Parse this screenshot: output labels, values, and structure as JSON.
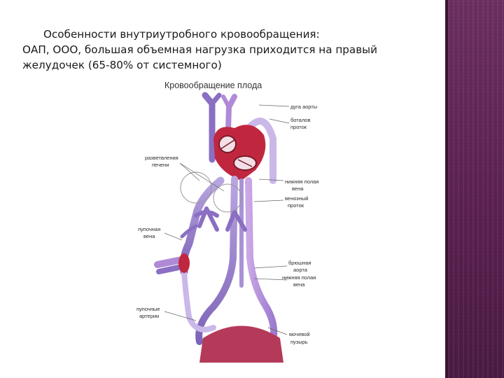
{
  "slide": {
    "text_line1": "Особенности  внутриутробного  кровообращения:",
    "text_line2": "ОАП, ООО, большая  объемная  нагрузка  приходится  на правый",
    "text_line3": "желудочек (65-80% от системного)"
  },
  "figure": {
    "title": "Кровообращение плода",
    "labels": {
      "aortic_arch": "дуга аорты",
      "botallo_1": "боталов",
      "botallo_2": "проток",
      "liver_1": "разветвления",
      "liver_2": "печени",
      "ivc_1": "нижняя полая",
      "ivc_2": "вена",
      "venous_1": "венозный",
      "venous_2": "проток",
      "umbilical_vein_1": "пупочная",
      "umbilical_vein_2": "вена",
      "abdominal_aorta_1": "брюшная",
      "abdominal_aorta_2": "аорта",
      "ivc_lower_1": "нижняя полая",
      "ivc_lower_2": "вена",
      "umbilical_arteries_1": "пупочные",
      "umbilical_arteries_2": "артерии",
      "bladder_1": "мочевой",
      "bladder_2": "пузырь"
    }
  },
  "colors": {
    "sidebar": "#5a2150",
    "artery_red": "#c0273f",
    "vein_purple": "#8a6fc2",
    "mixed_violet": "#b08ad6"
  }
}
